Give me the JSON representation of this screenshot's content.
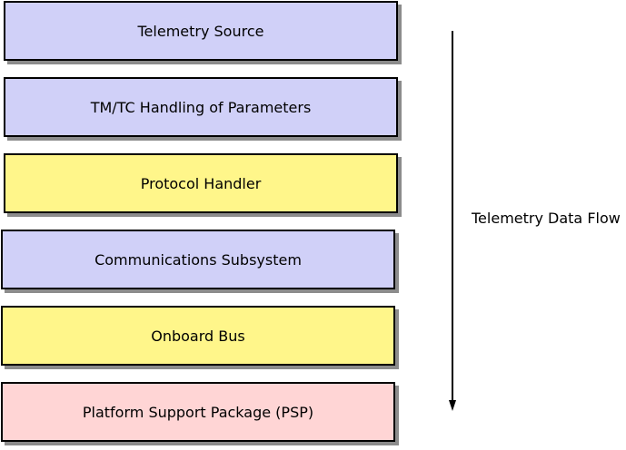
{
  "diagram": {
    "layers": [
      {
        "name": "layer-telemetry-source",
        "label": "Telemetry Source",
        "color": "#d0d0f8"
      },
      {
        "name": "layer-tmtc-handling",
        "label": "TM/TC Handling of Parameters",
        "color": "#d0d0f8"
      },
      {
        "name": "layer-protocol-handler",
        "label": "Protocol Handler",
        "color": "#fff68a"
      },
      {
        "name": "layer-communications-subsystem",
        "label": "Communications Subsystem",
        "color": "#d0d0f8"
      },
      {
        "name": "layer-onboard-bus",
        "label": "Onboard Bus",
        "color": "#fff68a"
      },
      {
        "name": "layer-psp",
        "label": "Platform Support Package (PSP)",
        "color": "#ffd5d5"
      }
    ],
    "flow_label": "Telemetry Data Flow",
    "flow_direction": "downward"
  }
}
